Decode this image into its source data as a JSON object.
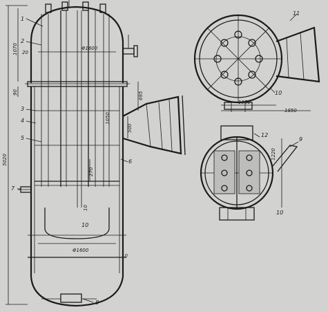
{
  "labels": {
    "p1": "1",
    "p2": "2",
    "p3": "3",
    "p4": "4",
    "p5": "5",
    "p6": "6",
    "p7": "7",
    "p8": "8",
    "p9": "9",
    "p10": "10",
    "p11": "11",
    "p12": "12",
    "p10b": "10",
    "p10c": "10"
  },
  "dims": {
    "d5020": "5020",
    "d1070": "1070",
    "d90": "90",
    "d20": "20",
    "dia1600_top": "Φ1600",
    "dia1600_bot": "Φ1600",
    "d695": "695",
    "d500": "500",
    "d1050": "1050",
    "d270": "270",
    "d1050_plan": "1050",
    "d1850": "1850",
    "d1220": "1220",
    "d10": "10",
    "d10b": "10"
  }
}
